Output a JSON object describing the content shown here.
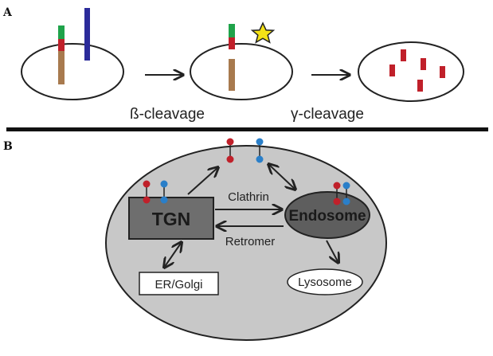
{
  "panel_a": {
    "letter": "A",
    "beta_label": "ß-cleavage",
    "gamma_label": "γ-cleavage"
  },
  "panel_b": {
    "letter": "B",
    "tgn_label": "TGN",
    "endosome_label": "Endosome",
    "clathrin_label": "Clathrin",
    "retromer_label": "Retromer",
    "er_golgi_label": "ER/Golgi",
    "lysosome_label": "Lysosome"
  },
  "colors": {
    "green": "#1fa34a",
    "red": "#c0202a",
    "brown": "#a87a4e",
    "navy": "#2b2b9a",
    "star": "#f5e216",
    "cell_gray": "#c8c8c8",
    "tgn_gray": "#6e6e6e",
    "endosome_gray": "#5e5e5e",
    "blue": "#2a7fc9"
  }
}
